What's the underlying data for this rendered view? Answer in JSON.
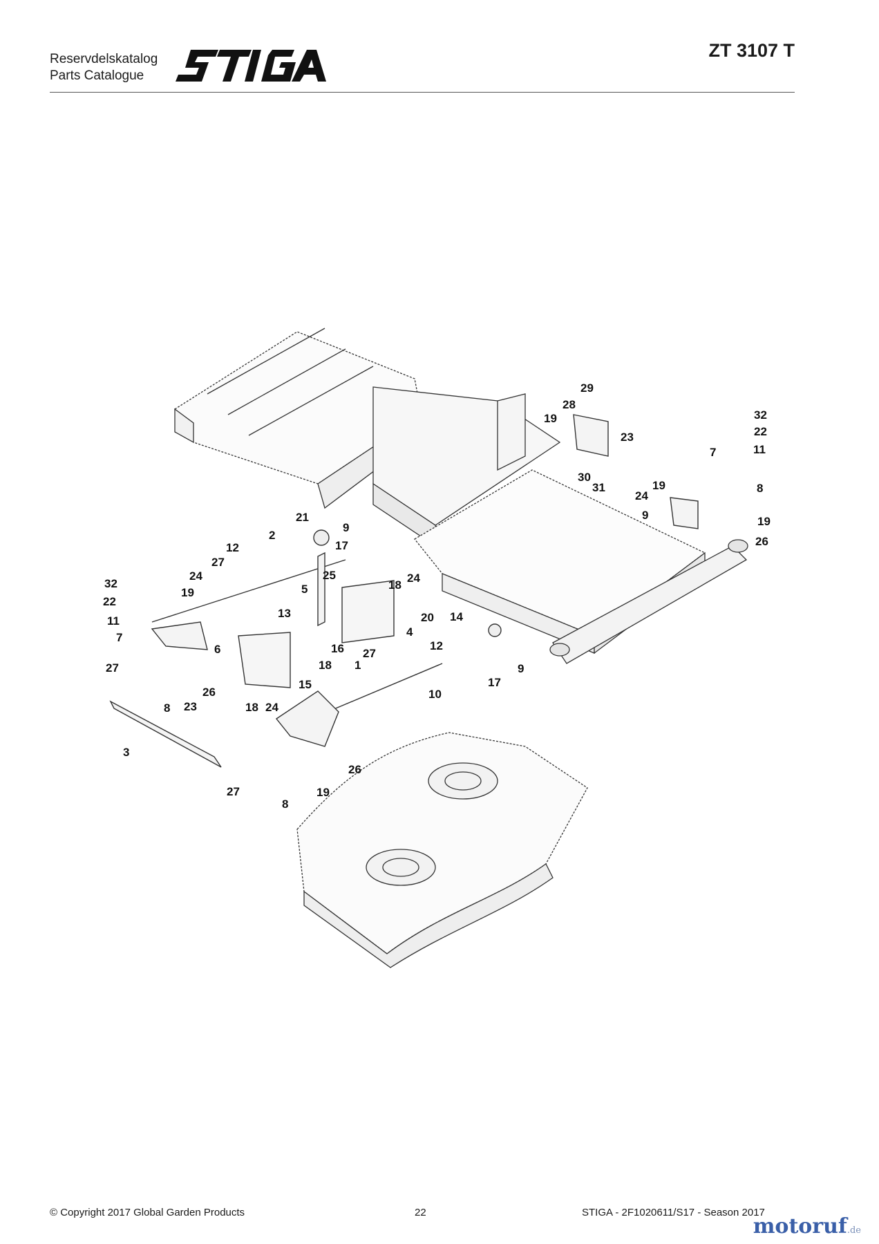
{
  "header": {
    "catalog_sv": "Reservdelskatalog",
    "catalog_en": "Parts Catalogue",
    "brand": "STIGA",
    "model": "ZT 3107 T"
  },
  "callouts": [
    {
      "n": "1"
    },
    {
      "n": "2"
    },
    {
      "n": "3"
    },
    {
      "n": "4"
    },
    {
      "n": "5"
    },
    {
      "n": "6"
    },
    {
      "n": "7"
    },
    {
      "n": "7"
    },
    {
      "n": "8"
    },
    {
      "n": "8"
    },
    {
      "n": "8"
    },
    {
      "n": "9"
    },
    {
      "n": "9"
    },
    {
      "n": "9"
    },
    {
      "n": "10"
    },
    {
      "n": "11"
    },
    {
      "n": "11"
    },
    {
      "n": "12"
    },
    {
      "n": "12"
    },
    {
      "n": "13"
    },
    {
      "n": "14"
    },
    {
      "n": "15"
    },
    {
      "n": "16"
    },
    {
      "n": "17"
    },
    {
      "n": "17"
    },
    {
      "n": "18"
    },
    {
      "n": "18"
    },
    {
      "n": "18"
    },
    {
      "n": "19"
    },
    {
      "n": "19"
    },
    {
      "n": "19"
    },
    {
      "n": "19"
    },
    {
      "n": "19"
    },
    {
      "n": "20"
    },
    {
      "n": "21"
    },
    {
      "n": "22"
    },
    {
      "n": "22"
    },
    {
      "n": "23"
    },
    {
      "n": "23"
    },
    {
      "n": "24"
    },
    {
      "n": "24"
    },
    {
      "n": "24"
    },
    {
      "n": "24"
    },
    {
      "n": "25"
    },
    {
      "n": "26"
    },
    {
      "n": "26"
    },
    {
      "n": "26"
    },
    {
      "n": "27"
    },
    {
      "n": "27"
    },
    {
      "n": "27"
    },
    {
      "n": "27"
    },
    {
      "n": "28"
    },
    {
      "n": "29"
    },
    {
      "n": "30"
    },
    {
      "n": "31"
    },
    {
      "n": "32"
    },
    {
      "n": "32"
    }
  ],
  "footer": {
    "copyright": "© Copyright 2017 Global Garden Products",
    "page": "22",
    "doc_id": "STIGA - 2F1020611/S17 - Season 2017",
    "watermark": "motoruf",
    "watermark_tld": ".de"
  }
}
